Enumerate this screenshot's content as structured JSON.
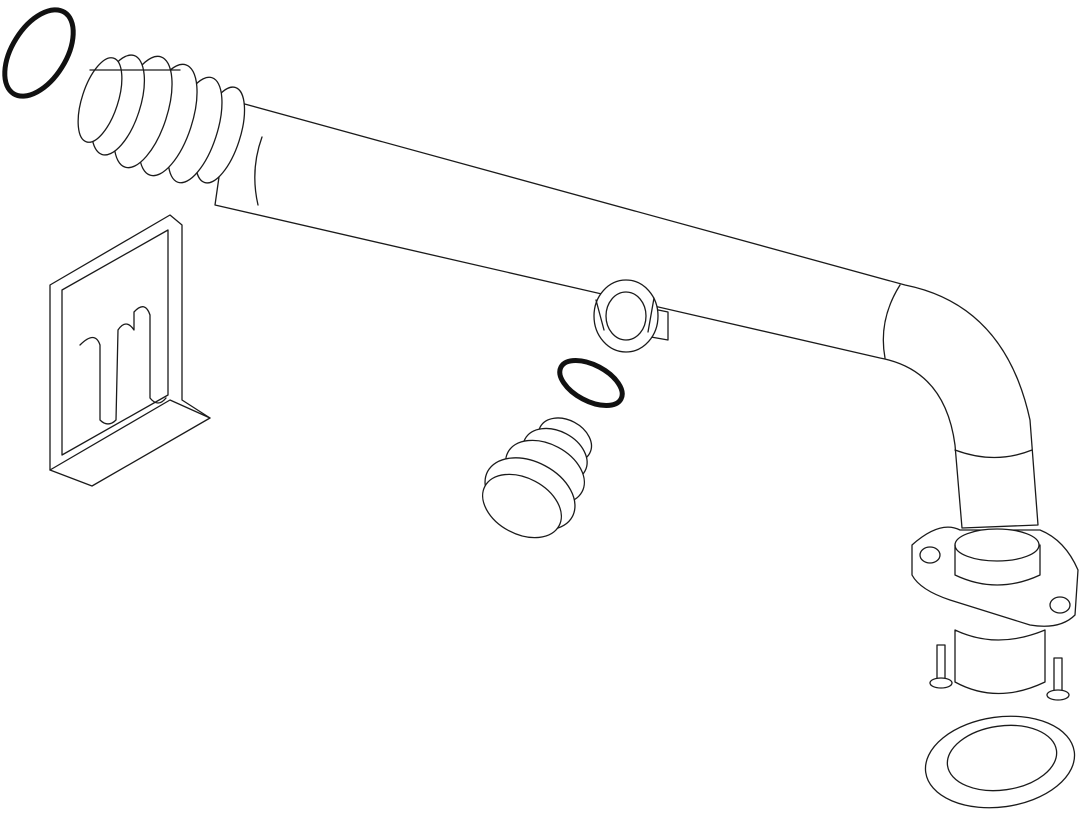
{
  "drawing": {
    "background": "#ffffff",
    "line_color": "#1a1a1a",
    "parts": [
      "o-ring",
      "pipe",
      "bracket",
      "clip",
      "seal-ring",
      "plug",
      "flange",
      "screw",
      "screw",
      "gasket"
    ]
  }
}
